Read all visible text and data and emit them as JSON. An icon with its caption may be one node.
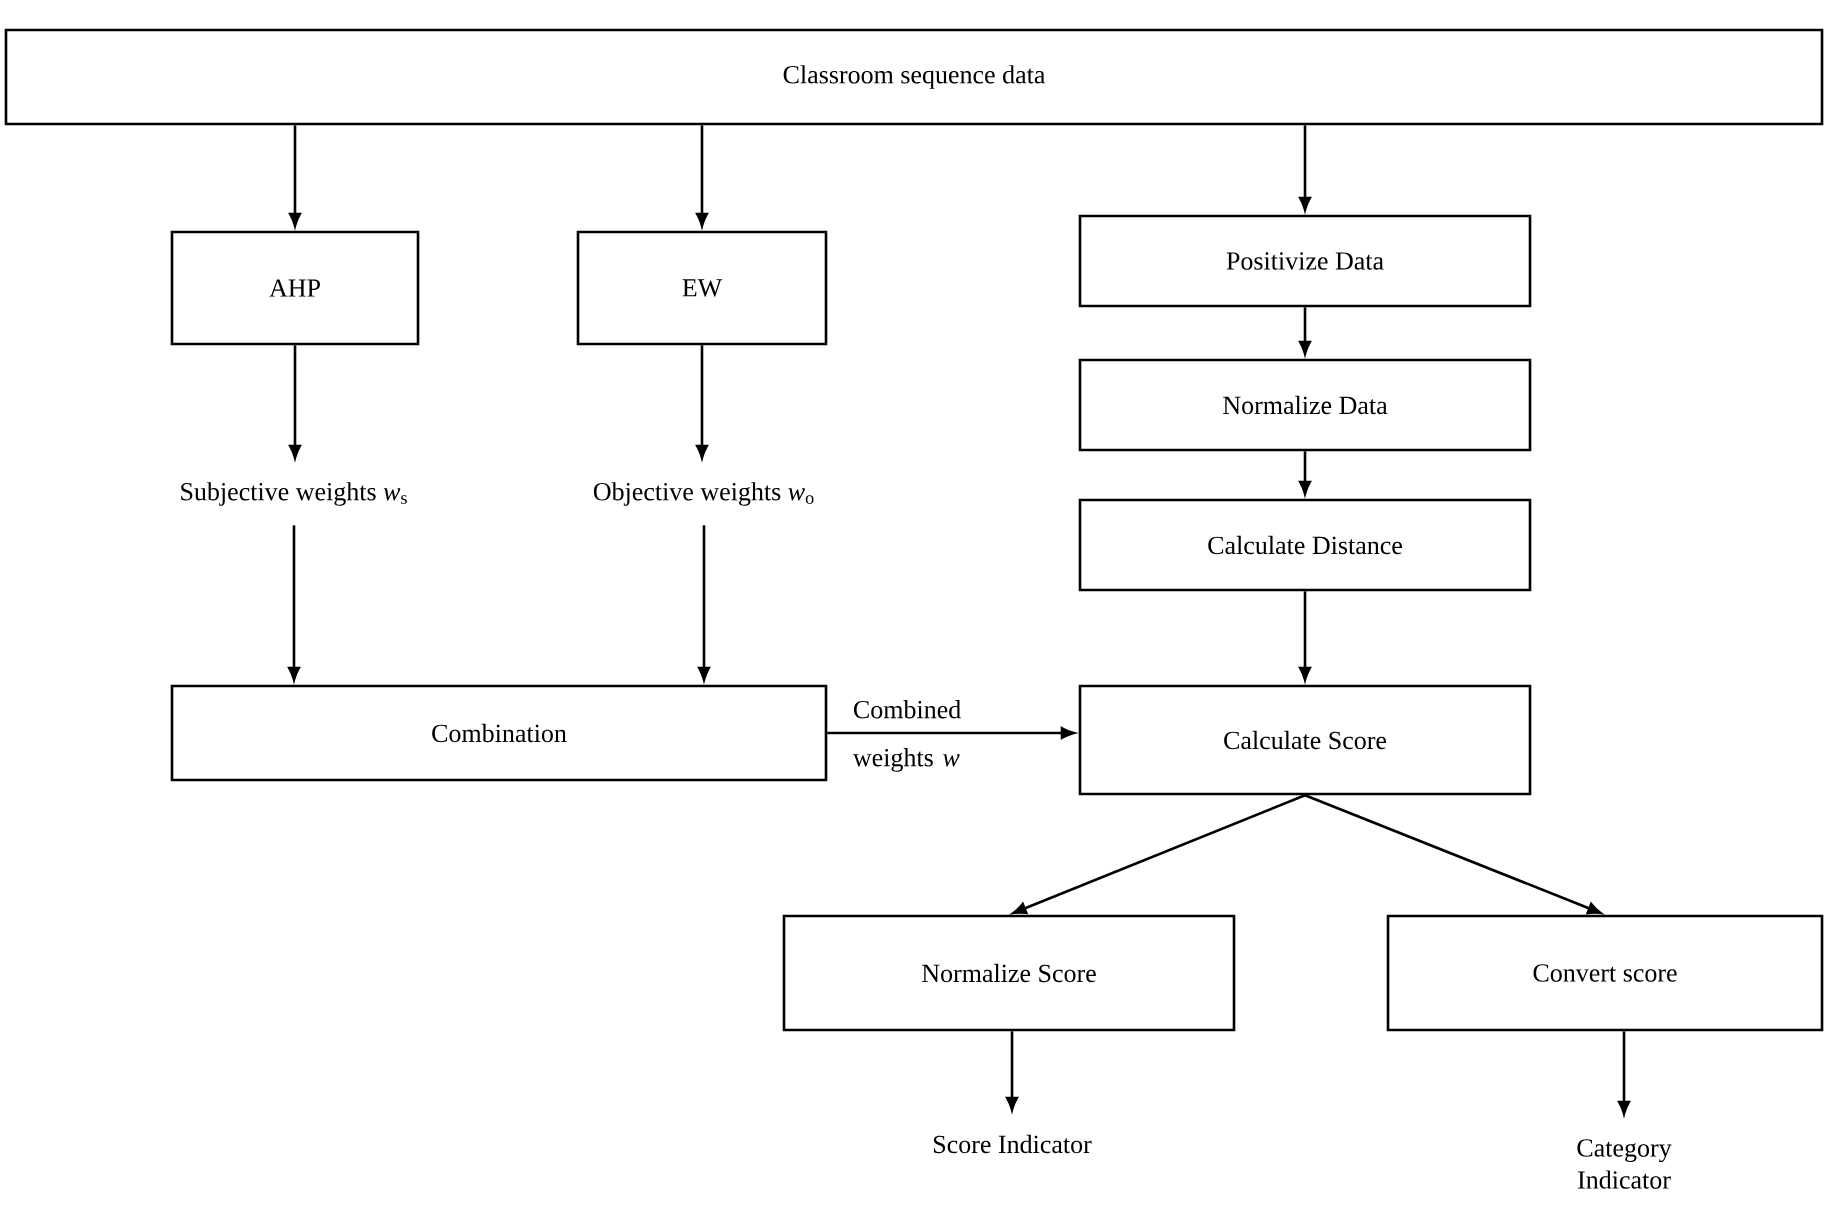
{
  "diagram": {
    "nodes": [
      {
        "text": [
          "Classroom sequence data"
        ]
      },
      {
        "text": [
          "AHP"
        ]
      },
      {
        "text": [
          "EW"
        ]
      },
      {
        "text": [
          "Positivize Data"
        ]
      },
      {
        "text": [
          "Normalize Data"
        ]
      },
      {
        "text": [
          "Calculate Distance"
        ]
      },
      {
        "text": [
          "Subjective weights *w*$_{s}$"
        ]
      },
      {
        "text": [
          "Objective weights *w*$_{o}$"
        ]
      },
      {
        "text": [
          "Combination"
        ]
      },
      {
        "text": [
          "Calculate Score"
        ]
      },
      {
        "text": [
          "Normalize Score"
        ]
      },
      {
        "text": [
          "Convert score"
        ]
      },
      {
        "text": [
          "Score Indicator"
        ]
      },
      {
        "text": [
          "Category Indicator"
        ]
      }
    ],
    "edges": [
      {
        "from": 0,
        "to": 1,
        "arrow": "to"
      },
      {
        "from": 0,
        "to": 2,
        "arrow": "to"
      },
      {
        "from": 0,
        "to": 3,
        "arrow": "to"
      },
      {
        "from": 1,
        "to": 6,
        "arrow": "to"
      },
      {
        "from": 2,
        "to": 7,
        "arrow": "to"
      },
      {
        "from": 6,
        "to": 8,
        "arrow": "to"
      },
      {
        "from": 7,
        "to": 8,
        "arrow": "to"
      },
      {
        "from": 3,
        "to": 4,
        "arrow": "to"
      },
      {
        "from": 4,
        "to": 5,
        "arrow": "to"
      },
      {
        "from": 5,
        "to": 9,
        "arrow": "to"
      },
      {
        "from": 8,
        "to": 9,
        "arrow": "to",
        "label": "Combined weights *w*"
      },
      {
        "from": 9,
        "to": 10,
        "arrow": "to"
      },
      {
        "from": 9,
        "to": 11,
        "arrow": "to"
      },
      {
        "from": 10,
        "to": 12,
        "arrow": "to"
      },
      {
        "from": 11,
        "to": 13,
        "arrow": "to"
      }
    ]
  }
}
